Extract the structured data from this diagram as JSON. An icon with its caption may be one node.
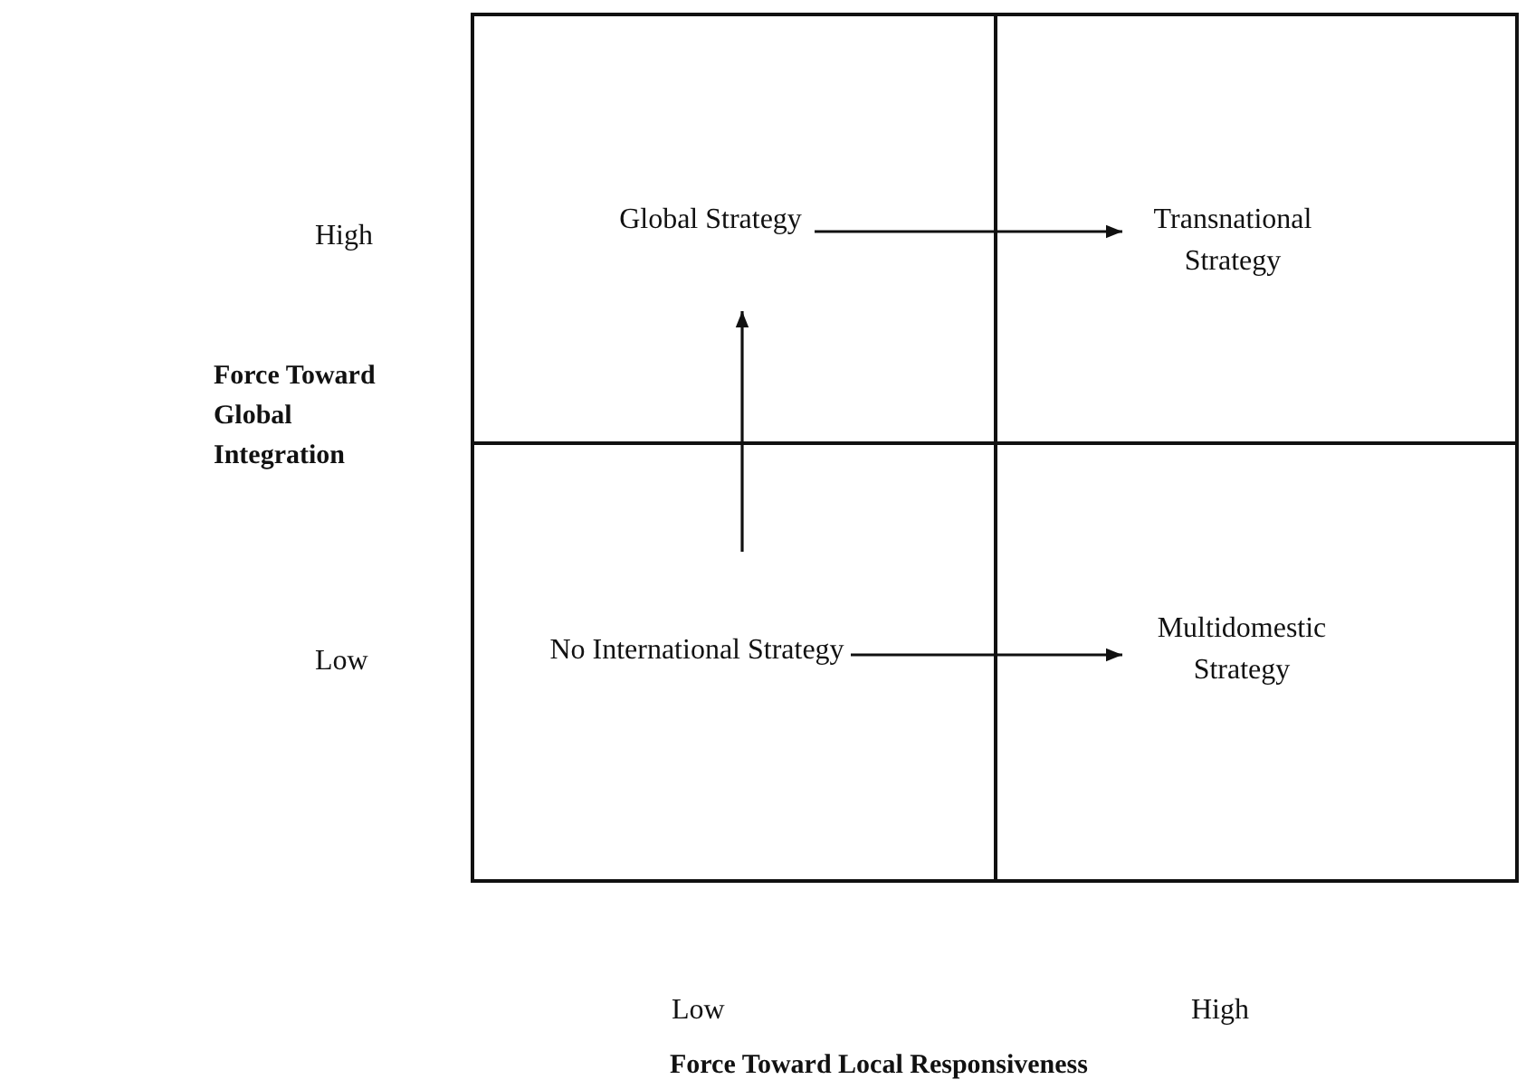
{
  "diagram": {
    "nodes": [
      {
        "text": [
          "Global Strategy"
        ]
      },
      {
        "text": [
          "Transnational Strategy"
        ]
      },
      {
        "text": [
          "No International Strategy"
        ]
      },
      {
        "text": [
          "Multidomestic Strategy"
        ]
      }
    ],
    "edges": [
      {
        "from": 2,
        "to": 0,
        "arrow": "to"
      },
      {
        "from": 0,
        "to": 1,
        "arrow": "to"
      },
      {
        "from": 2,
        "to": 3,
        "arrow": "to"
      }
    ],
    "labels": [
      "High",
      "Low",
      "Force Toward Global Integration",
      "Low",
      "High",
      "Force Toward Local Responsiveness"
    ]
  }
}
